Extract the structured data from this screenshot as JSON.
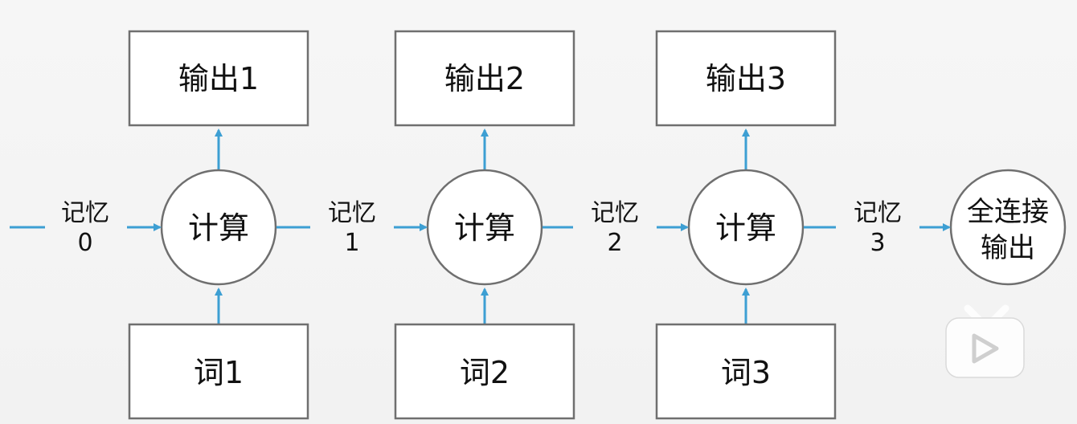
{
  "outputs": [
    "输出1",
    "输出2",
    "输出3"
  ],
  "compute_label": "计算",
  "words": [
    "词1",
    "词2",
    "词3"
  ],
  "memory_label": "记忆",
  "memory_indices": [
    "0",
    "1",
    "2",
    "3"
  ],
  "final": {
    "line1": "全连接",
    "line2": "输出"
  },
  "colors": {
    "arrow": "#3d9fd3",
    "border": "#6f6f6f",
    "text": "#111111"
  },
  "icons": {
    "watermark": "video-platform-logo"
  }
}
